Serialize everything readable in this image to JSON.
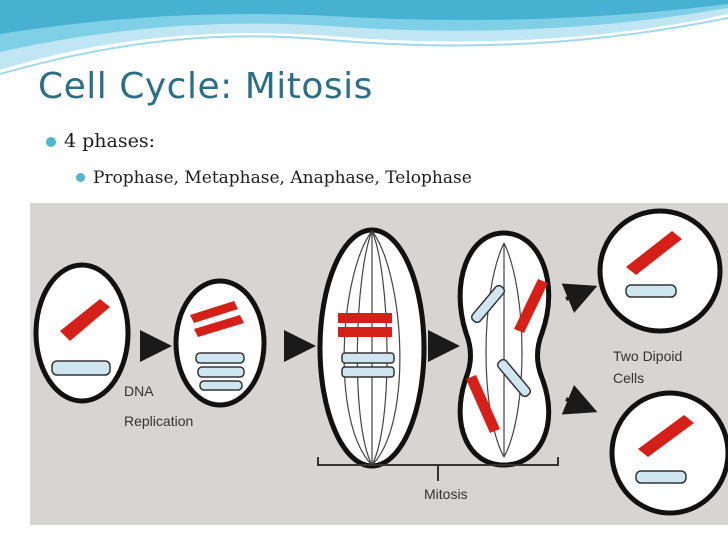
{
  "slide": {
    "title": "Cell Cycle: Mitosis",
    "bullets": [
      {
        "level": 1,
        "text": "4 phases:"
      },
      {
        "level": 2,
        "text": "Prophase, Metaphase, Anaphase, Telophase"
      }
    ]
  },
  "diagram": {
    "label_dna": "DNA",
    "label_replication": "Replication",
    "label_two": "Two Dipoid",
    "label_cells": "Cells",
    "label_mitosis": "Mitosis",
    "colors": {
      "chromosome_red": "#d42018",
      "chromosome_blue": "#cfe6f0",
      "panel": "#d6d5d3",
      "accent": "#4fb7d2",
      "title": "#2a6f85"
    }
  }
}
